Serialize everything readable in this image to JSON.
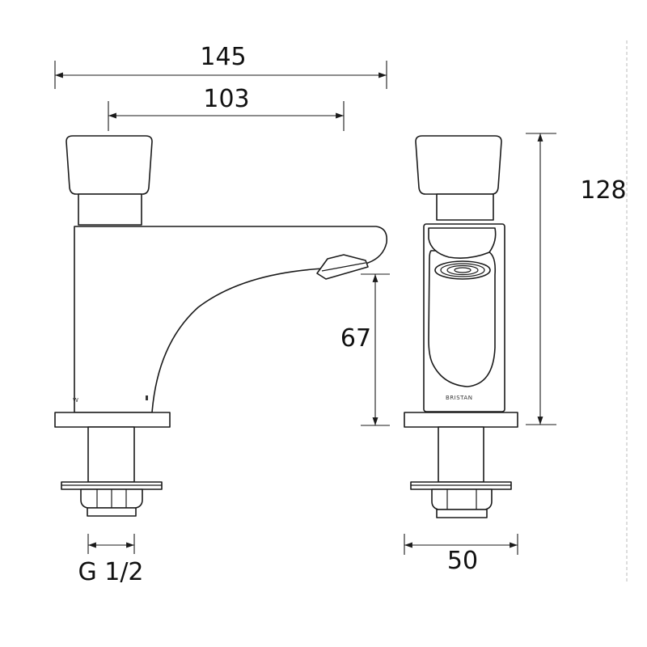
{
  "dimensions": {
    "overall_width": "145",
    "spout_reach": "103",
    "overall_height": "128",
    "spout_height": "67",
    "thread": "G 1/2",
    "base_width": "50"
  },
  "brand_mark": "BRISTAN",
  "views": [
    "side-view",
    "front-view"
  ]
}
